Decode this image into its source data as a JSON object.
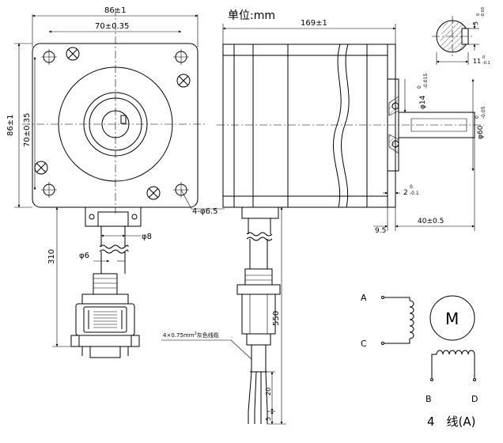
{
  "unit_label": "单位:mm",
  "front_view": {
    "width_dim": "86±1",
    "hole_spacing_x": "70±0.35",
    "height_dim": "86±1",
    "hole_spacing_y": "70±0.35",
    "mount_holes": "4-φ6.5",
    "cable_exit_width": "φ8",
    "cable_length": "310",
    "cable_diameter": "φ6"
  },
  "side_view": {
    "body_length": "169±1",
    "shaft_diameter_base": "φ14",
    "shaft_diameter_tol_upper": "0",
    "shaft_diameter_tol_lower": "-0.015",
    "pilot_diameter_base": "φ60",
    "pilot_diameter_tol_upper": "0",
    "pilot_diameter_tol_lower": "-0.05",
    "flange_step_base": "2",
    "flange_step_tol_upper": "0",
    "flange_step_tol_lower": "-0.1",
    "flange_offset": "9.5",
    "shaft_length": "40±0.5",
    "cable_total_length": "550",
    "wire_strip_length": "20",
    "wire_tip_length": "5",
    "cable_note_prefix": "4×0.75mm",
    "cable_note_sup": "2",
    "cable_note_suffix": "灰色线缆"
  },
  "key_detail": {
    "key_width": "5",
    "key_tol_upper": "0",
    "key_tol_lower": "-0.03",
    "key_depth_base": "11",
    "key_depth_tol_upper": "0",
    "key_depth_tol_lower": "-0.1"
  },
  "wiring": {
    "terminal_a": "A",
    "terminal_c": "C",
    "terminal_b": "B",
    "terminal_d": "D",
    "motor_symbol": "M",
    "caption": "4　线(A)"
  }
}
